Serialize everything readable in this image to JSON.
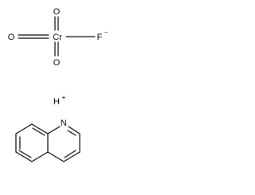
{
  "molecule": {
    "anion": {
      "oxygen_top": "O",
      "oxygen_left": "O",
      "oxygen_bottom": "O",
      "chromium": "Cr",
      "fluorine": "F",
      "fluorine_charge": "−"
    },
    "proton": {
      "hydrogen": "H",
      "charge": "+"
    },
    "quinoline": {
      "nitrogen": "N"
    }
  },
  "colors": {
    "ink": "#000000",
    "background": "#ffffff"
  }
}
